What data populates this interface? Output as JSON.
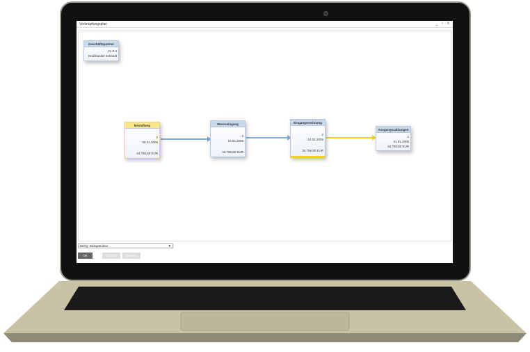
{
  "window": {
    "title": "Verknüpfungsplan",
    "controls": "_ ▫ x"
  },
  "partner": {
    "header": "Geschäftspartner",
    "id": "V1.0.3",
    "name": "Großhandel Schmidt"
  },
  "nodes": [
    {
      "title": "Bestellung",
      "count": "2",
      "date": "05.01.2006",
      "amount": "34.756,50 EUR"
    },
    {
      "title": "Wareneingang",
      "count": "2",
      "date": "10.01.2006",
      "amount": "34.756,50 EUR"
    },
    {
      "title": "Eingangsrechnung",
      "count": "2",
      "date": "14.01.2006",
      "amount": "34.756,50 EUR"
    },
    {
      "title": "Ausgangszahlungen",
      "count": "2",
      "date": "31.01.2006",
      "amount": "34.756,50 EUR"
    }
  ],
  "colors": {
    "blue_arrow": "#7ea6dc",
    "yellow_arrow": "#f5cc2a",
    "header_blue": "#c9d9ec",
    "header_yellow": "#fbe68a"
  },
  "footer": {
    "dropdown_value": "Beleg: Belegstruktur",
    "ok": "OK",
    "back": "Zurück",
    "print": "Drucken"
  }
}
